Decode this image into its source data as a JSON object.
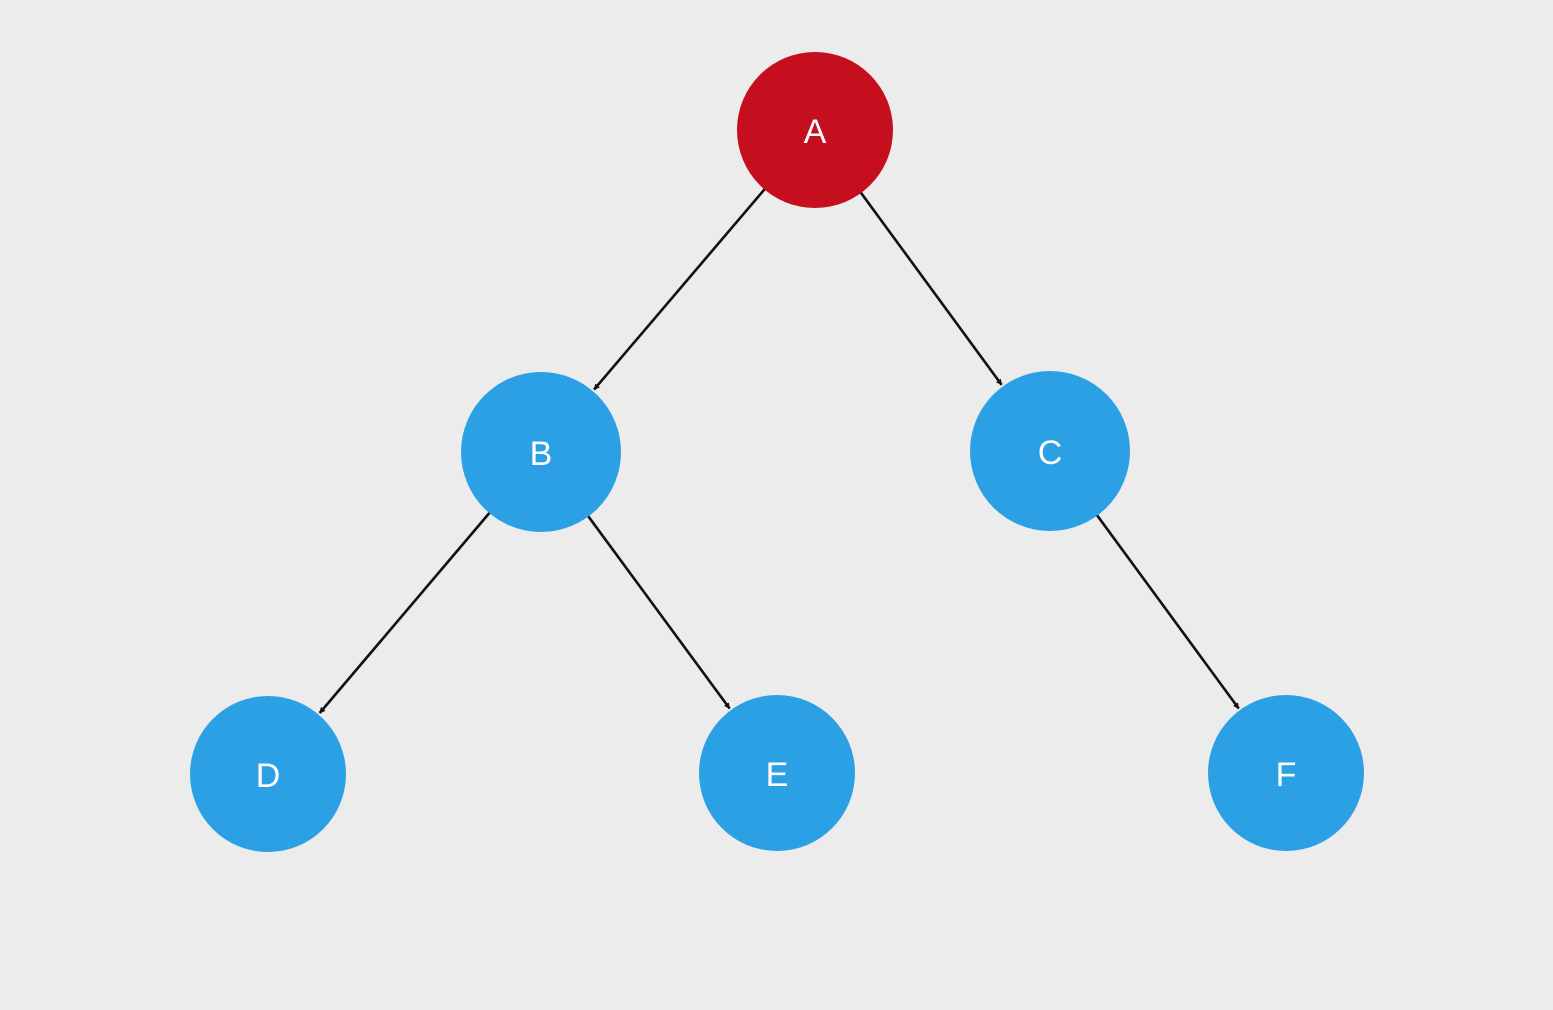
{
  "colors": {
    "background": "#ececec",
    "root_node": "#c50f1f",
    "child_node": "#2ba0e4",
    "edge": "#111111",
    "label": "#ffffff"
  },
  "nodes": [
    {
      "id": "A",
      "label": "A",
      "role": "root"
    },
    {
      "id": "B",
      "label": "B",
      "role": "child"
    },
    {
      "id": "C",
      "label": "C",
      "role": "child"
    },
    {
      "id": "D",
      "label": "D",
      "role": "child"
    },
    {
      "id": "E",
      "label": "E",
      "role": "child"
    },
    {
      "id": "F",
      "label": "F",
      "role": "child"
    }
  ],
  "edges": [
    {
      "from": "A",
      "to": "B"
    },
    {
      "from": "A",
      "to": "C"
    },
    {
      "from": "B",
      "to": "D"
    },
    {
      "from": "B",
      "to": "E"
    },
    {
      "from": "C",
      "to": "F"
    }
  ]
}
